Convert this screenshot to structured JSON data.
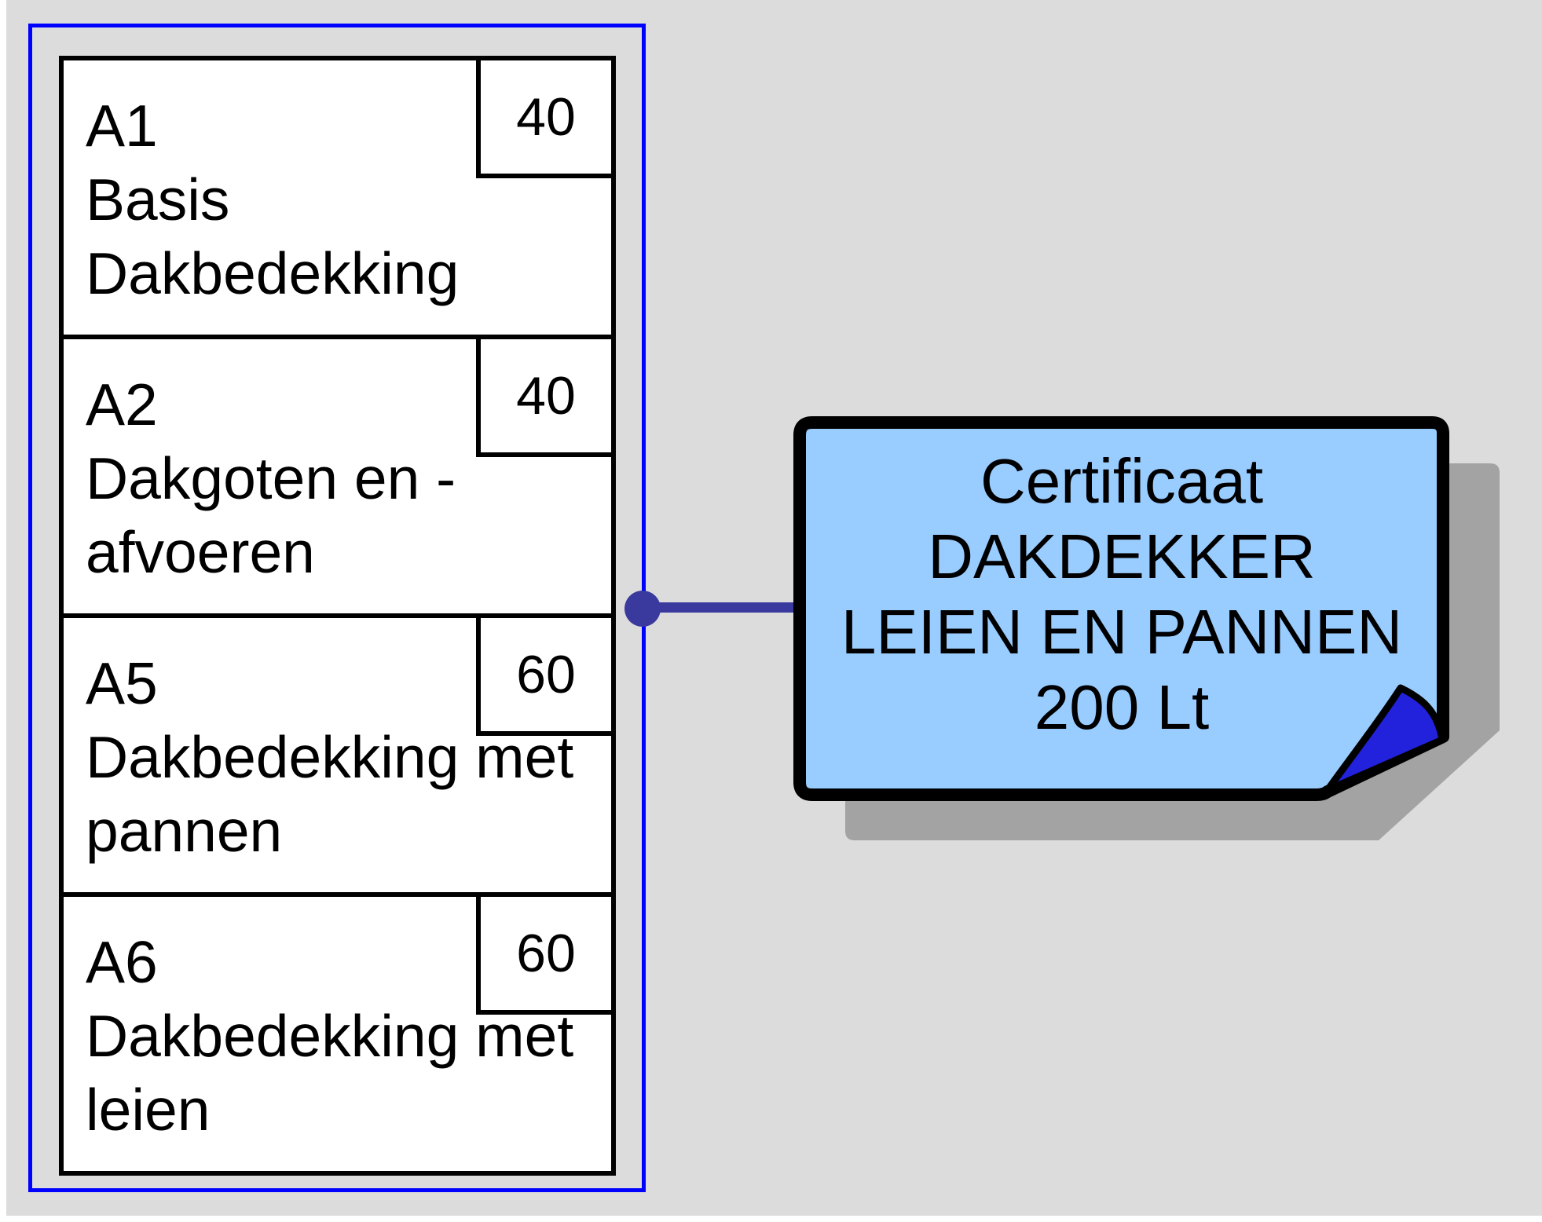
{
  "colors": {
    "bg": "#dcdcdc",
    "page-edge": "#ffffff",
    "frame-blue": "#0000ff",
    "box-fill": "#ffffff",
    "line-black": "#000000",
    "text": "#000000",
    "connector": "#3a3a9e",
    "cert-fill": "#99ccff",
    "cert-fold": "#2222dd",
    "cert-shadow": "#a3a3a3"
  },
  "module_group": {
    "modules": [
      {
        "code": "A1",
        "line1": "Basis",
        "line2": "Dakbedekking",
        "hours": "40"
      },
      {
        "code": "A2",
        "line1": "Dakgoten en -",
        "line2": "afvoeren",
        "hours": "40"
      },
      {
        "code": "A5",
        "line1": "Dakbedekking met",
        "line2": "pannen",
        "hours": "60"
      },
      {
        "code": "A6",
        "line1": "Dakbedekking met",
        "line2": "leien",
        "hours": "60"
      }
    ]
  },
  "certificate": {
    "line1": "Certificaat",
    "line2": "DAKDEKKER",
    "line3": "LEIEN EN PANNEN",
    "line4": "200 Lt"
  }
}
